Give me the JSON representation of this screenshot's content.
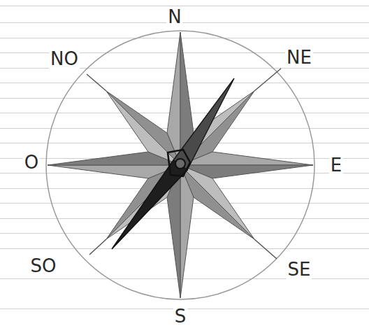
{
  "diagram": {
    "labels": [
      "N",
      "NO",
      "NE",
      "O",
      "E",
      "SO",
      "SE",
      "S"
    ]
  }
}
